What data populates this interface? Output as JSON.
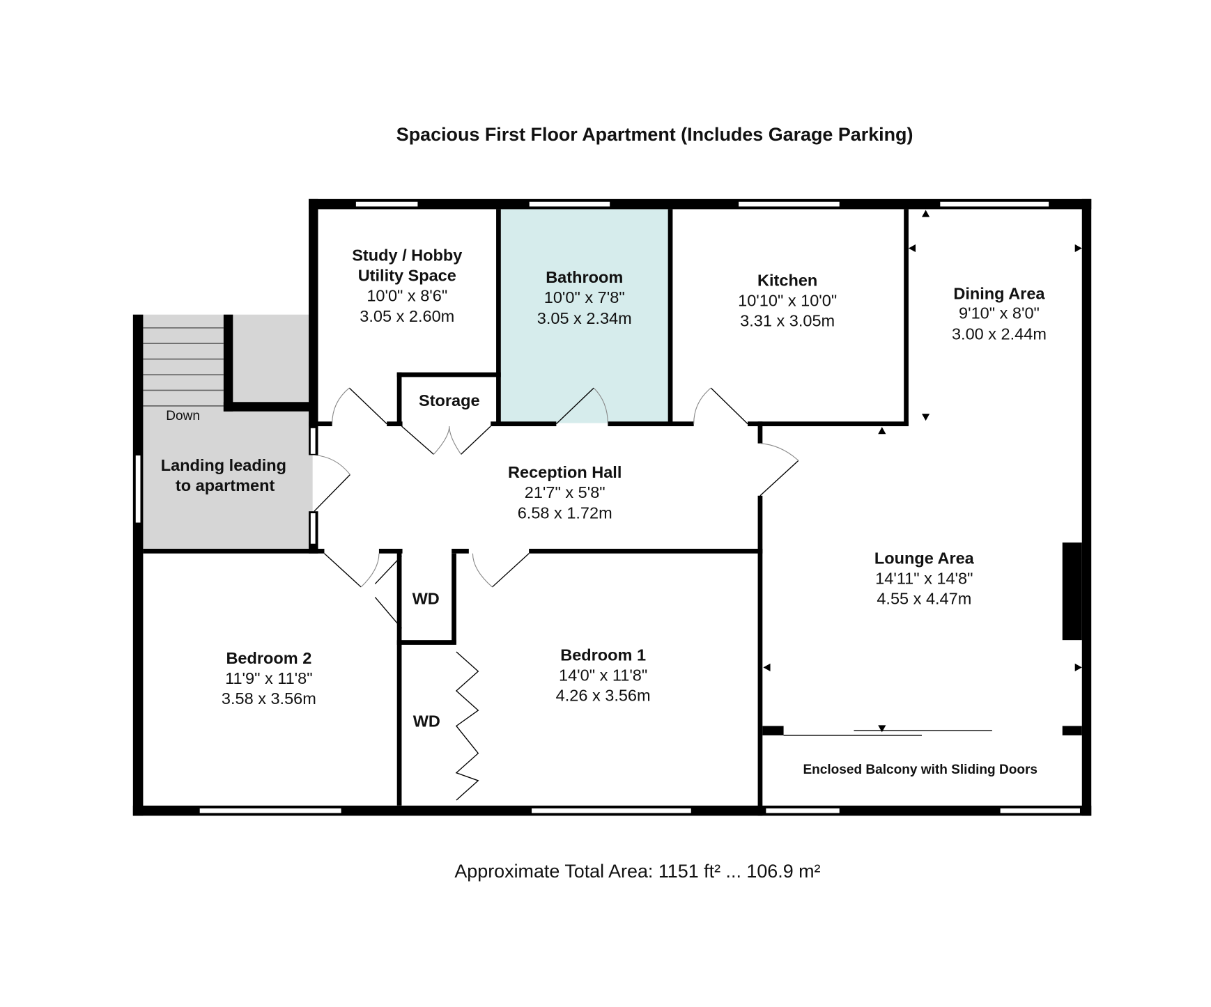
{
  "title": "Spacious First Floor Apartment (Includes Garage Parking)",
  "footer": "Approximate Total Area: 1151 ft² ... 106.9 m²",
  "colors": {
    "bathroom_fill": "#d6ecec",
    "landing_fill": "#d6d6d6",
    "wall": "#000000"
  },
  "rooms": {
    "study": {
      "name1": "Study / Hobby",
      "name2": "Utility Space",
      "imperial": "10'0\" x 8'6\"",
      "metric": "3.05 x 2.60m"
    },
    "bathroom": {
      "name": "Bathroom",
      "imperial": "10'0\" x 7'8\"",
      "metric": "3.05 x 2.34m"
    },
    "kitchen": {
      "name": "Kitchen",
      "imperial": "10'10\" x 10'0\"",
      "metric": "3.31 x 3.05m"
    },
    "dining": {
      "name": "Dining Area",
      "imperial": "9'10\" x 8'0\"",
      "metric": "3.00 x 2.44m"
    },
    "storage": {
      "name": "Storage"
    },
    "stairs": {
      "label": "Down"
    },
    "landing": {
      "name1": "Landing leading",
      "name2": "to apartment"
    },
    "reception": {
      "name": "Reception Hall",
      "imperial": "21'7\" x 5'8\"",
      "metric": "6.58 x 1.72m"
    },
    "lounge": {
      "name": "Lounge Area",
      "imperial": "14'11\" x 14'8\"",
      "metric": "4.55 x 4.47m"
    },
    "wd1": {
      "name": "WD"
    },
    "wd2": {
      "name": "WD"
    },
    "bedroom2": {
      "name": "Bedroom 2",
      "imperial": "11'9\" x 11'8\"",
      "metric": "3.58 x 3.56m"
    },
    "bedroom1": {
      "name": "Bedroom 1",
      "imperial": "14'0\" x 11'8\"",
      "metric": "4.26 x 3.56m"
    },
    "balcony": {
      "name": "Enclosed Balcony with Sliding Doors"
    }
  }
}
